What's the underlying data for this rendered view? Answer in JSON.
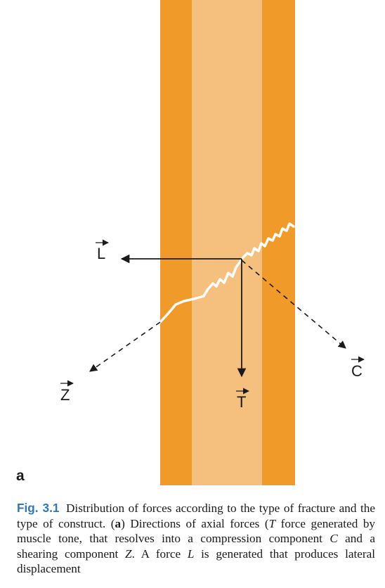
{
  "figure": {
    "panel_label": "a",
    "colors": {
      "cortex": "#f09a2a",
      "medulla": "#f5c07e",
      "fracture_line": "#ffffff",
      "arrow": "#1a1a1a",
      "caption_number": "#2f77b7"
    },
    "forces": [
      {
        "symbol": "L",
        "style": "solid"
      },
      {
        "symbol": "T",
        "style": "solid"
      },
      {
        "symbol": "C",
        "style": "dashed"
      },
      {
        "symbol": "Z",
        "style": "dashed"
      }
    ]
  },
  "caption": {
    "number": "Fig. 3.1",
    "t1": " Distribution of forces according to the type of fracture and the type of construct. (",
    "t2": "a",
    "t3": ") Directions of axial forces (",
    "t4": "T",
    "t5": " force generated by muscle tone, that resolves into a compression component ",
    "t6": "C",
    "t7": " and a shearing component ",
    "t8": "Z",
    "t9": ". A force ",
    "t10": "L",
    "t11": " is generated that produces lateral displacement"
  }
}
